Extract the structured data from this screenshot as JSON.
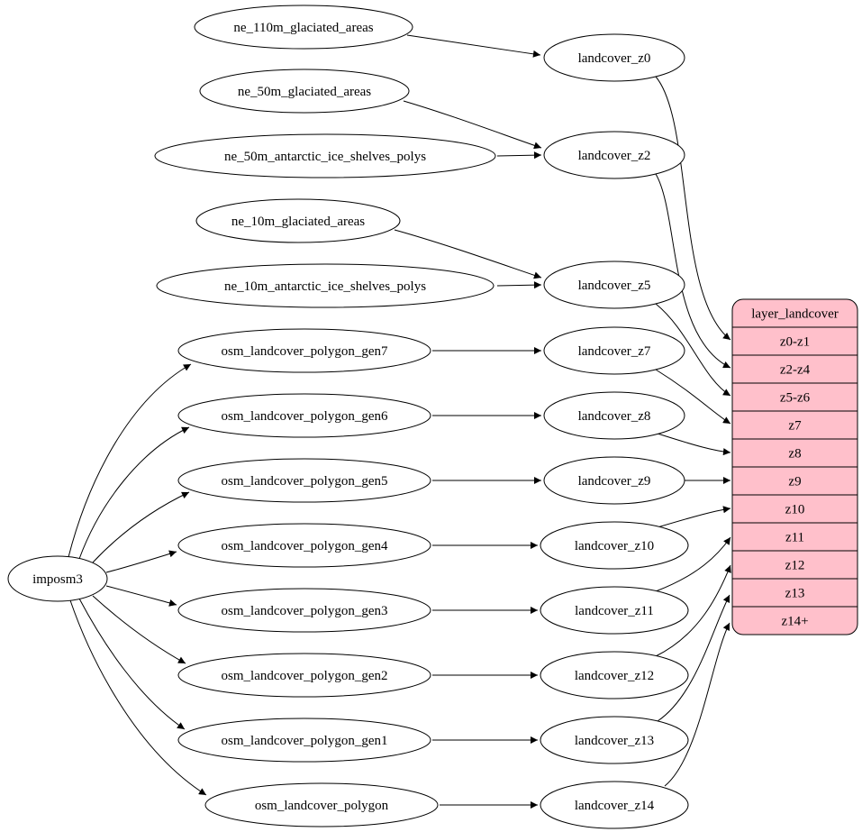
{
  "diagram_type": "dependency-graph",
  "colors": {
    "background": "#ffffff",
    "node_fill": "#ffffff",
    "node_stroke": "#000000",
    "edge": "#000000",
    "record_fill": "#ffc0cb",
    "record_stroke": "#000000",
    "text": "#000000"
  },
  "nodes": [
    {
      "id": "imposm3",
      "label": "imposm3"
    },
    {
      "id": "ne_110m_glaciated_areas",
      "label": "ne_110m_glaciated_areas"
    },
    {
      "id": "ne_50m_glaciated_areas",
      "label": "ne_50m_glaciated_areas"
    },
    {
      "id": "ne_50m_antarctic_ice_shelves_polys",
      "label": "ne_50m_antarctic_ice_shelves_polys"
    },
    {
      "id": "ne_10m_glaciated_areas",
      "label": "ne_10m_glaciated_areas"
    },
    {
      "id": "ne_10m_antarctic_ice_shelves_polys",
      "label": "ne_10m_antarctic_ice_shelves_polys"
    },
    {
      "id": "osm_landcover_polygon_gen7",
      "label": "osm_landcover_polygon_gen7"
    },
    {
      "id": "osm_landcover_polygon_gen6",
      "label": "osm_landcover_polygon_gen6"
    },
    {
      "id": "osm_landcover_polygon_gen5",
      "label": "osm_landcover_polygon_gen5"
    },
    {
      "id": "osm_landcover_polygon_gen4",
      "label": "osm_landcover_polygon_gen4"
    },
    {
      "id": "osm_landcover_polygon_gen3",
      "label": "osm_landcover_polygon_gen3"
    },
    {
      "id": "osm_landcover_polygon_gen2",
      "label": "osm_landcover_polygon_gen2"
    },
    {
      "id": "osm_landcover_polygon_gen1",
      "label": "osm_landcover_polygon_gen1"
    },
    {
      "id": "osm_landcover_polygon",
      "label": "osm_landcover_polygon"
    },
    {
      "id": "landcover_z0",
      "label": "landcover_z0"
    },
    {
      "id": "landcover_z2",
      "label": "landcover_z2"
    },
    {
      "id": "landcover_z5",
      "label": "landcover_z5"
    },
    {
      "id": "landcover_z7",
      "label": "landcover_z7"
    },
    {
      "id": "landcover_z8",
      "label": "landcover_z8"
    },
    {
      "id": "landcover_z9",
      "label": "landcover_z9"
    },
    {
      "id": "landcover_z10",
      "label": "landcover_z10"
    },
    {
      "id": "landcover_z11",
      "label": "landcover_z11"
    },
    {
      "id": "landcover_z12",
      "label": "landcover_z12"
    },
    {
      "id": "landcover_z13",
      "label": "landcover_z13"
    },
    {
      "id": "landcover_z14",
      "label": "landcover_z14"
    }
  ],
  "record": {
    "id": "layer_landcover",
    "title": "layer_landcover",
    "rows": [
      {
        "id": "z0-z1",
        "label": "z0-z1"
      },
      {
        "id": "z2-z4",
        "label": "z2-z4"
      },
      {
        "id": "z5-z6",
        "label": "z5-z6"
      },
      {
        "id": "z7",
        "label": "z7"
      },
      {
        "id": "z8",
        "label": "z8"
      },
      {
        "id": "z9",
        "label": "z9"
      },
      {
        "id": "z10",
        "label": "z10"
      },
      {
        "id": "z11",
        "label": "z11"
      },
      {
        "id": "z12",
        "label": "z12"
      },
      {
        "id": "z13",
        "label": "z13"
      },
      {
        "id": "z14+",
        "label": "z14+"
      }
    ]
  },
  "edges": [
    {
      "from": "imposm3",
      "to": "osm_landcover_polygon_gen7"
    },
    {
      "from": "imposm3",
      "to": "osm_landcover_polygon_gen6"
    },
    {
      "from": "imposm3",
      "to": "osm_landcover_polygon_gen5"
    },
    {
      "from": "imposm3",
      "to": "osm_landcover_polygon_gen4"
    },
    {
      "from": "imposm3",
      "to": "osm_landcover_polygon_gen3"
    },
    {
      "from": "imposm3",
      "to": "osm_landcover_polygon_gen2"
    },
    {
      "from": "imposm3",
      "to": "osm_landcover_polygon_gen1"
    },
    {
      "from": "imposm3",
      "to": "osm_landcover_polygon"
    },
    {
      "from": "ne_110m_glaciated_areas",
      "to": "landcover_z0"
    },
    {
      "from": "ne_50m_glaciated_areas",
      "to": "landcover_z2"
    },
    {
      "from": "ne_50m_antarctic_ice_shelves_polys",
      "to": "landcover_z2"
    },
    {
      "from": "ne_10m_glaciated_areas",
      "to": "landcover_z5"
    },
    {
      "from": "ne_10m_antarctic_ice_shelves_polys",
      "to": "landcover_z5"
    },
    {
      "from": "osm_landcover_polygon_gen7",
      "to": "landcover_z7"
    },
    {
      "from": "osm_landcover_polygon_gen6",
      "to": "landcover_z8"
    },
    {
      "from": "osm_landcover_polygon_gen5",
      "to": "landcover_z9"
    },
    {
      "from": "osm_landcover_polygon_gen4",
      "to": "landcover_z10"
    },
    {
      "from": "osm_landcover_polygon_gen3",
      "to": "landcover_z11"
    },
    {
      "from": "osm_landcover_polygon_gen2",
      "to": "landcover_z12"
    },
    {
      "from": "osm_landcover_polygon_gen1",
      "to": "landcover_z13"
    },
    {
      "from": "osm_landcover_polygon",
      "to": "landcover_z14"
    },
    {
      "from": "landcover_z0",
      "to": "layer_landcover.z0-z1"
    },
    {
      "from": "landcover_z2",
      "to": "layer_landcover.z2-z4"
    },
    {
      "from": "landcover_z5",
      "to": "layer_landcover.z5-z6"
    },
    {
      "from": "landcover_z7",
      "to": "layer_landcover.z7"
    },
    {
      "from": "landcover_z8",
      "to": "layer_landcover.z8"
    },
    {
      "from": "landcover_z9",
      "to": "layer_landcover.z9"
    },
    {
      "from": "landcover_z10",
      "to": "layer_landcover.z10"
    },
    {
      "from": "landcover_z11",
      "to": "layer_landcover.z11"
    },
    {
      "from": "landcover_z12",
      "to": "layer_landcover.z12"
    },
    {
      "from": "landcover_z13",
      "to": "layer_landcover.z13"
    },
    {
      "from": "landcover_z14",
      "to": "layer_landcover.z14+"
    }
  ]
}
